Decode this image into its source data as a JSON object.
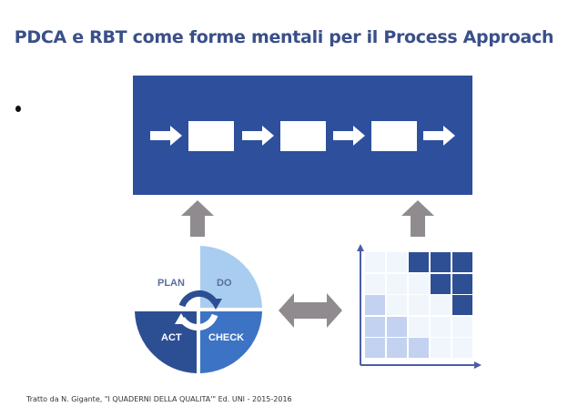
{
  "title": "PDCA e RBT come forme mentali per il Process Approach",
  "colors": {
    "title": "#3a4f8a",
    "band": "#2d4f9c",
    "gray_arrow": "#8f8b8f",
    "plan": "#ffffff",
    "do": "#a9cdf0",
    "check": "#3d73c4",
    "act": "#2c4f94",
    "cycle_arrow_dark": "#2c4f94",
    "grid_dark": "#2f4f95",
    "grid_light": "#c3d2f0",
    "grid_empty": "#f1f6fd",
    "axis": "#4a5ea8"
  },
  "process_flow": {
    "steps": [
      "",
      "",
      ""
    ],
    "arrows": 4
  },
  "pdca": {
    "plan": "PLAN",
    "do": "DO",
    "check": "CHECK",
    "act": "ACT"
  },
  "risk_matrix": {
    "rows": 5,
    "cols": 5,
    "cells": [
      [
        "empty",
        "empty",
        "dark",
        "dark",
        "dark"
      ],
      [
        "empty",
        "empty",
        "empty",
        "dark",
        "dark"
      ],
      [
        "light",
        "empty",
        "empty",
        "empty",
        "dark"
      ],
      [
        "light",
        "light",
        "empty",
        "empty",
        "empty"
      ],
      [
        "light",
        "light",
        "light",
        "empty",
        "empty"
      ]
    ]
  },
  "footer": "Tratto da N. Gigante, \"I QUADERNI DELLA QUALITA'\" Ed. UNI - 2015-2016"
}
